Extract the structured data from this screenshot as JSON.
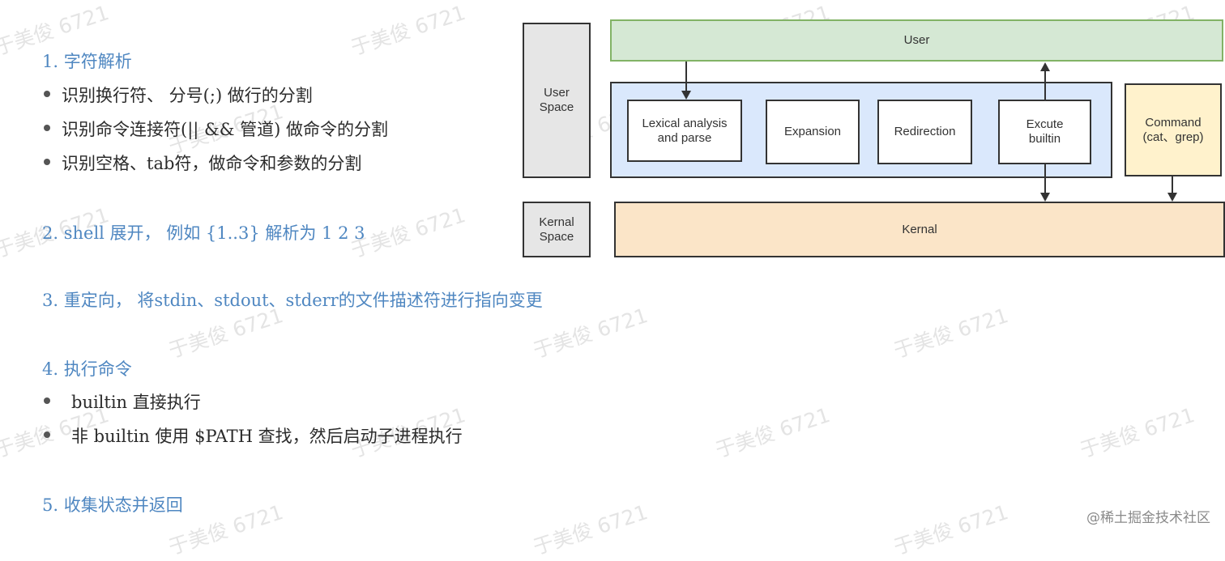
{
  "watermark": "于美俊 6721",
  "notes": {
    "s1_heading": "1. 字符解析",
    "s1_bullets": [
      "识别换行符、 分号(;) 做行的分割",
      "识别命令连接符(|| && 管道) 做命令的分割",
      "识别空格、tab符，做命令和参数的分割"
    ],
    "s2_heading": "2. shell 展开， 例如 {1..3} 解析为  1 2 3",
    "s3_heading": "3. 重定向， 将stdin、stdout、stderr的文件描述符进行指向变更",
    "s4_heading": "4. 执行命令",
    "s4_bullets": [
      "builtin 直接执行",
      "非 builtin 使用 $PATH 查找，然后启动子进程执行"
    ],
    "s5_heading": "5. 收集状态并返回"
  },
  "diagram": {
    "user_space_label": "User Space",
    "kernal_space_label": "Kernal Space",
    "user_label": "User",
    "lexical_label": "Lexical analysis and parse",
    "expansion_label": "Expansion",
    "redirection_label": "Redirection",
    "excute_label": "Excute builtin",
    "command_label": "Command (cat、grep)",
    "kernal_label": "Kernal",
    "colors": {
      "user_fill": "#d5e8d4",
      "user_border": "#82b366",
      "pipeline_fill": "#dae8fc",
      "space_fill": "#e6e6e6",
      "command_fill": "#fff2cc",
      "kernal_fill": "#fbe5c8"
    }
  },
  "footer_credit": "@稀土掘金技术社区"
}
